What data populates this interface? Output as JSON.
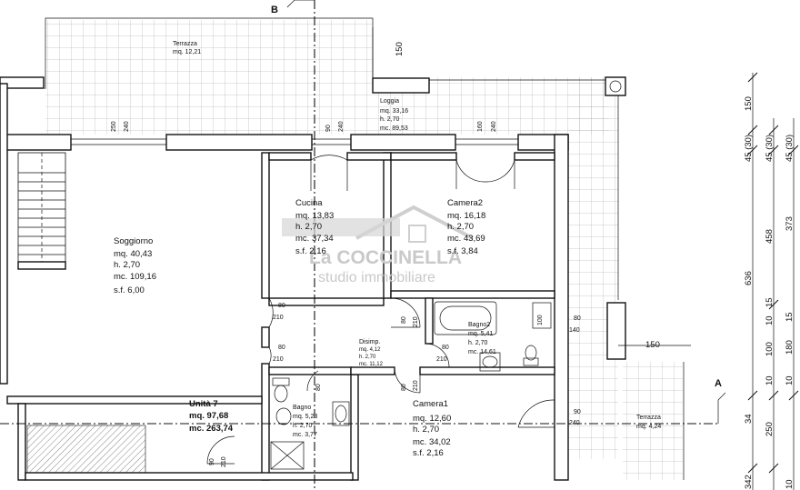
{
  "section_labels": {
    "b": "B",
    "a": "A"
  },
  "terrace_top": {
    "name": "Terrazza",
    "area": "mq.  12,21"
  },
  "terrace_right": {
    "name": "Terrazza",
    "area": "mq. 4,24"
  },
  "loggia": {
    "name": "Loggia",
    "l1": "mq.    33,16",
    "l2": "h.        2,70",
    "l3": "mc.    89,53"
  },
  "soggiorno": {
    "name": "Soggiorno",
    "l1": "mq.   40,43",
    "l2": "h.       2,70",
    "l3": "mc.  109,16",
    "l4": "s.f.      6,00"
  },
  "cucina": {
    "name": "Cucina",
    "l1": "mq.   13,83",
    "l2": "h.       2,70",
    "l3": "mc.   37,34",
    "l4": "s.f.      2,16"
  },
  "camera2": {
    "name": "Camera2",
    "l1": "mq.   16,18",
    "l2": "h.       2,70",
    "l3": "mc.   43,69",
    "l4": "s.f.      3,84"
  },
  "camera1": {
    "name": "Camera1",
    "l1": "mq.     12,60",
    "l2": "h.         2,70",
    "l3": "mc.     34,02",
    "l4": "s.f.       2,16"
  },
  "bagno2": {
    "name": "Bagno2",
    "l1": "mq.      5,41",
    "l2": "h.        2,70",
    "l3": "mc.    14,61"
  },
  "disimp": {
    "name": "Disimp.",
    "l1": "mq.      4,12",
    "l2": "h.        2,70",
    "l3": "mc.    11,12"
  },
  "bagno": {
    "name": "Bagno",
    "l1": "mq.   5,23",
    "l2": "h.    2,70",
    "l3": "mc.  3,77"
  },
  "unit": {
    "name": "Unità 7",
    "l1": "mq. 97,68",
    "l2": "mc. 263,74"
  },
  "watermark": {
    "brand": "La COCCINELLA",
    "sub": "studio immobiliare"
  },
  "dims": {
    "d150a": "150",
    "d250": "250",
    "d240a": "240",
    "d90a": "90",
    "d240b": "240",
    "d160": "160",
    "d240c": "240",
    "d80a": "80",
    "d210a": "210",
    "d80b": "80",
    "d210b": "210",
    "d80c": "80",
    "d210c": "210",
    "d80d": "80",
    "d210d": "210",
    "d80e": "80",
    "d210e": "210",
    "d100": "100",
    "d80f": "80",
    "d140": "140",
    "d150b": "150",
    "d90b": "90",
    "d240d": "240",
    "d90c": "90",
    "d210f": "210",
    "d80g": "80",
    "r1": "150",
    "r2": "45 (30)",
    "r3": "45 (30)",
    "r4": "45 (30)",
    "r5": "636",
    "r6": "458",
    "r7": "373",
    "r8": "15",
    "r9": "10",
    "r10": "180",
    "r11": "15",
    "r12": "100",
    "r13": "10",
    "r14": "10",
    "r15": "34",
    "r16": "250",
    "r17": "342",
    "r18": "10"
  }
}
